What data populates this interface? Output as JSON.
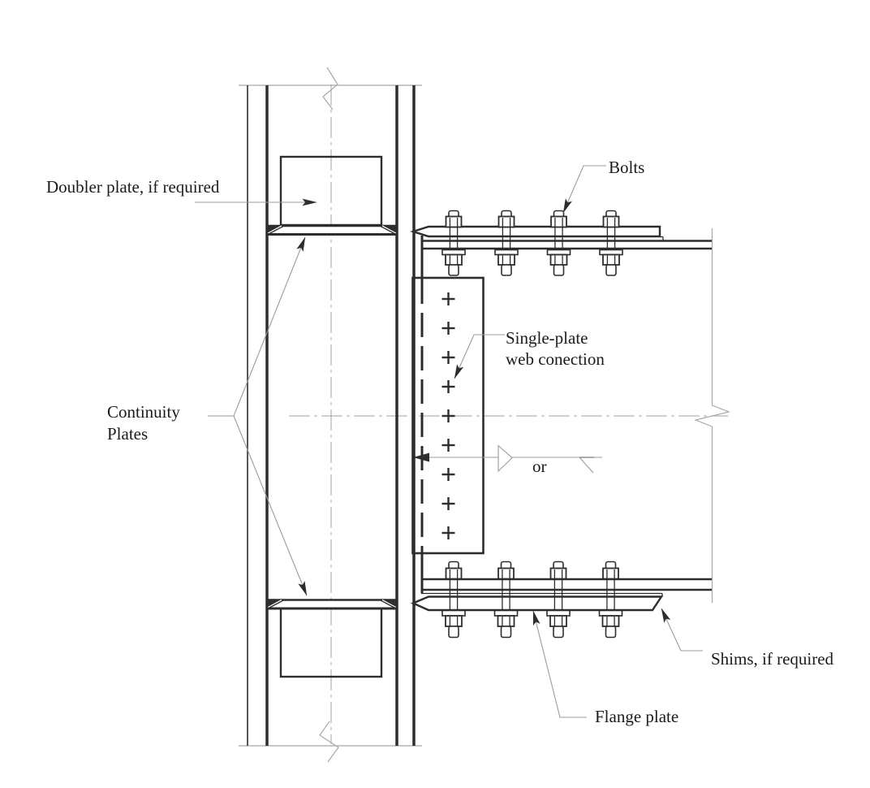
{
  "drawing": {
    "description": "Structural steel bolted flange-plate beam-to-column moment connection detail",
    "labels": {
      "doubler_plate": "Doubler plate, if required",
      "bolts": "Bolts",
      "web_connection_line1": "Single-plate",
      "web_connection_line2": "web conection",
      "continuity_line1": "Continuity",
      "continuity_line2": "Plates",
      "alternative": "or",
      "shims": "Shims, if required",
      "flange_plate": "Flange plate"
    },
    "counts": {
      "top_flange_bolts": 4,
      "bottom_flange_bolts": 4,
      "web_bolt_marks": 9
    },
    "colors": {
      "line": "#2d2d2d",
      "leader": "#9b9b9b",
      "centerline": "#b3b3b3",
      "text": "#1b1b1b",
      "background": "#ffffff"
    }
  }
}
